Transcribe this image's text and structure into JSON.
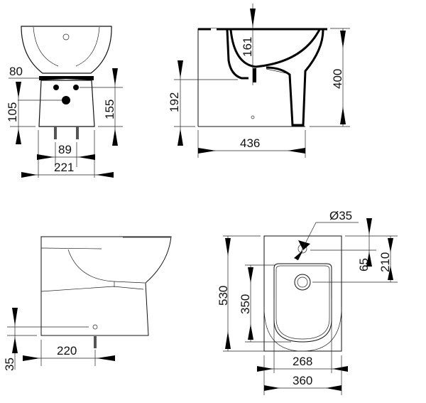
{
  "drawing": {
    "subject": "bidet technical dimension drawing",
    "views": {
      "front": {
        "dims": {
          "d80": "80",
          "d105": "105",
          "d155": "155",
          "d89": "89",
          "d221": "221"
        }
      },
      "side": {
        "dims": {
          "d161": "161",
          "d192": "192",
          "d400": "400",
          "d436": "436"
        }
      },
      "side_back": {
        "dims": {
          "d35": "35",
          "d220": "220"
        }
      },
      "top": {
        "dims": {
          "diameter": "Ø35",
          "d65": "65",
          "d210": "210",
          "d530": "530",
          "d350": "350",
          "d268": "268",
          "d360": "360"
        }
      }
    },
    "colors": {
      "line": "#111111",
      "background": "#ffffff"
    }
  }
}
